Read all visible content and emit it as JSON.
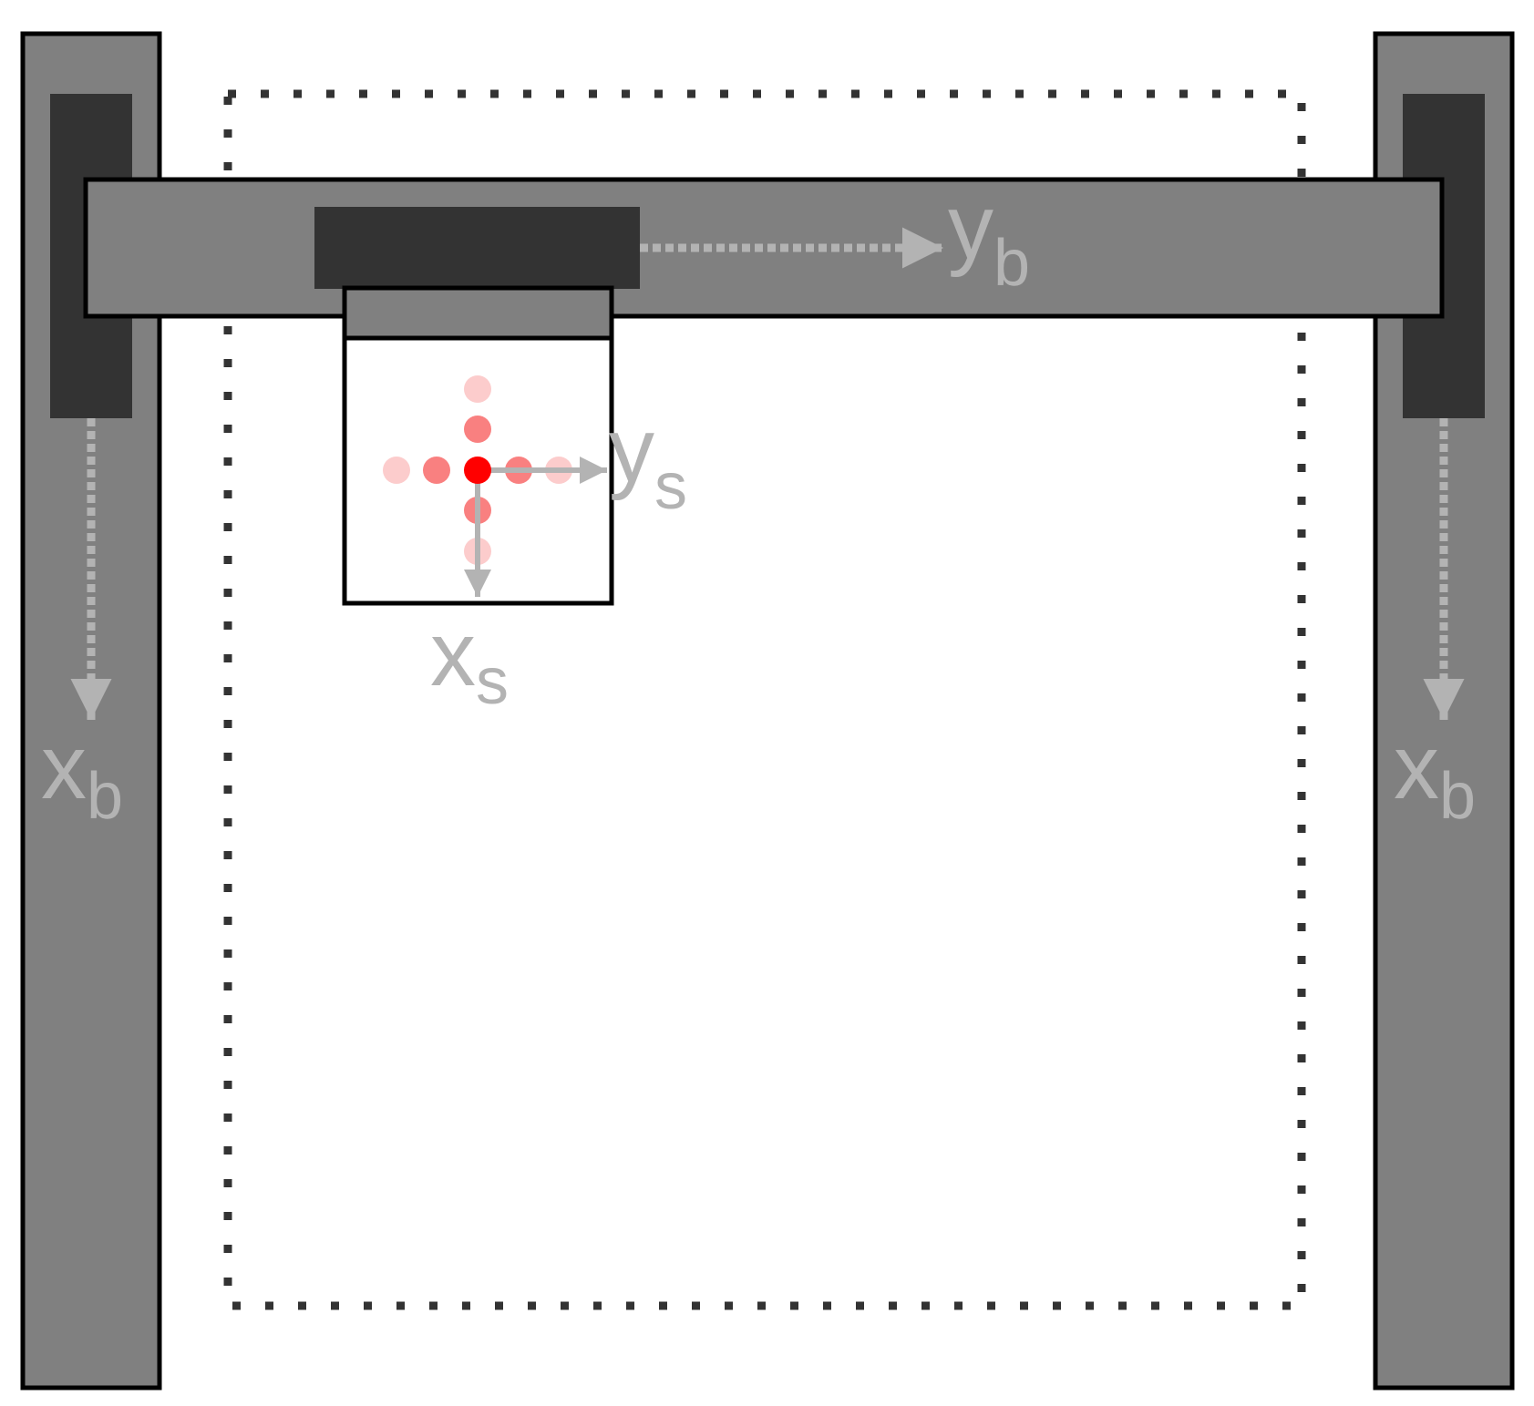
{
  "labels": {
    "xb_left": {
      "main": "x",
      "sub": "b"
    },
    "xb_right": {
      "main": "x",
      "sub": "b"
    },
    "yb": {
      "main": "y",
      "sub": "b"
    },
    "ys": {
      "main": "y",
      "sub": "s"
    },
    "xs": {
      "main": "x",
      "sub": "s"
    }
  },
  "colors": {
    "rail": "#808080",
    "carriage": "#333333",
    "outline": "#000000",
    "arrow": "#b3b3b3",
    "dot_center": "#ff0000",
    "dot_near": "#f98080",
    "dot_far": "#fccccc",
    "work_area_border": "#333333"
  }
}
